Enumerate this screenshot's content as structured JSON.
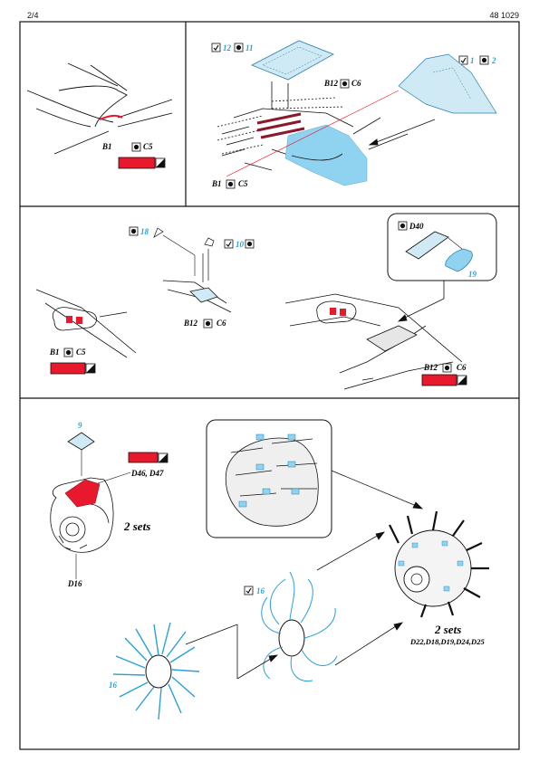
{
  "header": {
    "page": "2/4",
    "reference": "48 1029"
  },
  "colors": {
    "red": "#e8192c",
    "blue": "#8fd3f0",
    "etched": "#cfe9f5",
    "cyan": "#2aa0d8"
  },
  "icons": {
    "paint": "paint-chip-icon",
    "bend": "bend-icon",
    "remove": "remove-icon"
  },
  "section1": {
    "left_b": "B1",
    "left_c": "C5",
    "mid_n1": "12",
    "mid_n2": "11",
    "mid_b": "B12",
    "mid_c": "C6",
    "low_b": "B1",
    "low_c": "C5",
    "right_n1": "1",
    "right_n2": "2"
  },
  "section2": {
    "part18": "18",
    "part10": "10",
    "mid_b": "B12",
    "mid_c": "C6",
    "left_b": "B1",
    "left_c": "C5",
    "inset_label": "D40",
    "inset_part": "19",
    "right_b": "B12",
    "right_c": "C6"
  },
  "section3": {
    "part9": "9",
    "d46": "D46, D47",
    "d16": "D16",
    "sets1": "2 sets",
    "part16a": "16",
    "part16b": "16",
    "sets2": "2 sets",
    "parts_list": "D22,D18,D19,D24,D25"
  }
}
